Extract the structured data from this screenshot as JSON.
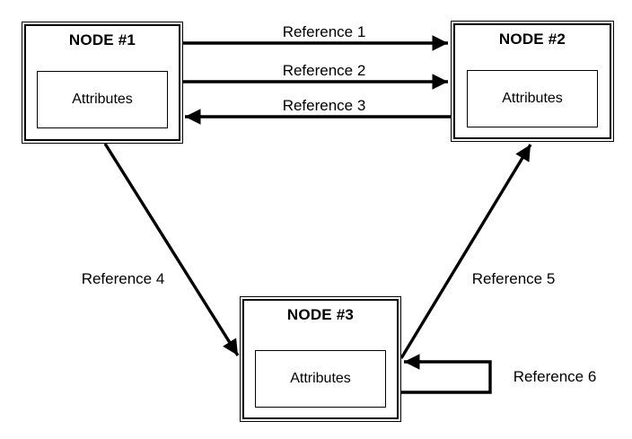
{
  "diagram": {
    "background_color": "#ffffff",
    "stroke_color": "#000000",
    "nodes": [
      {
        "id": "node1",
        "title": "NODE #1",
        "attributes_label": "Attributes",
        "position": "top-left"
      },
      {
        "id": "node2",
        "title": "NODE #2",
        "attributes_label": "Attributes",
        "position": "top-right"
      },
      {
        "id": "node3",
        "title": "NODE #3",
        "attributes_label": "Attributes",
        "position": "bottom-center"
      }
    ],
    "edges": [
      {
        "label": "Reference 1",
        "from": "node1",
        "to": "node2",
        "style": "straight-horizontal"
      },
      {
        "label": "Reference 2",
        "from": "node1",
        "to": "node2",
        "style": "straight-horizontal"
      },
      {
        "label": "Reference 3",
        "from": "node2",
        "to": "node1",
        "style": "straight-horizontal"
      },
      {
        "label": "Reference 4",
        "from": "node1",
        "to": "node3",
        "style": "diagonal"
      },
      {
        "label": "Reference 5",
        "from": "node3",
        "to": "node2",
        "style": "diagonal"
      },
      {
        "label": "Reference 6",
        "from": "node3",
        "to": "node3",
        "style": "rectangular-self-loop"
      }
    ]
  }
}
